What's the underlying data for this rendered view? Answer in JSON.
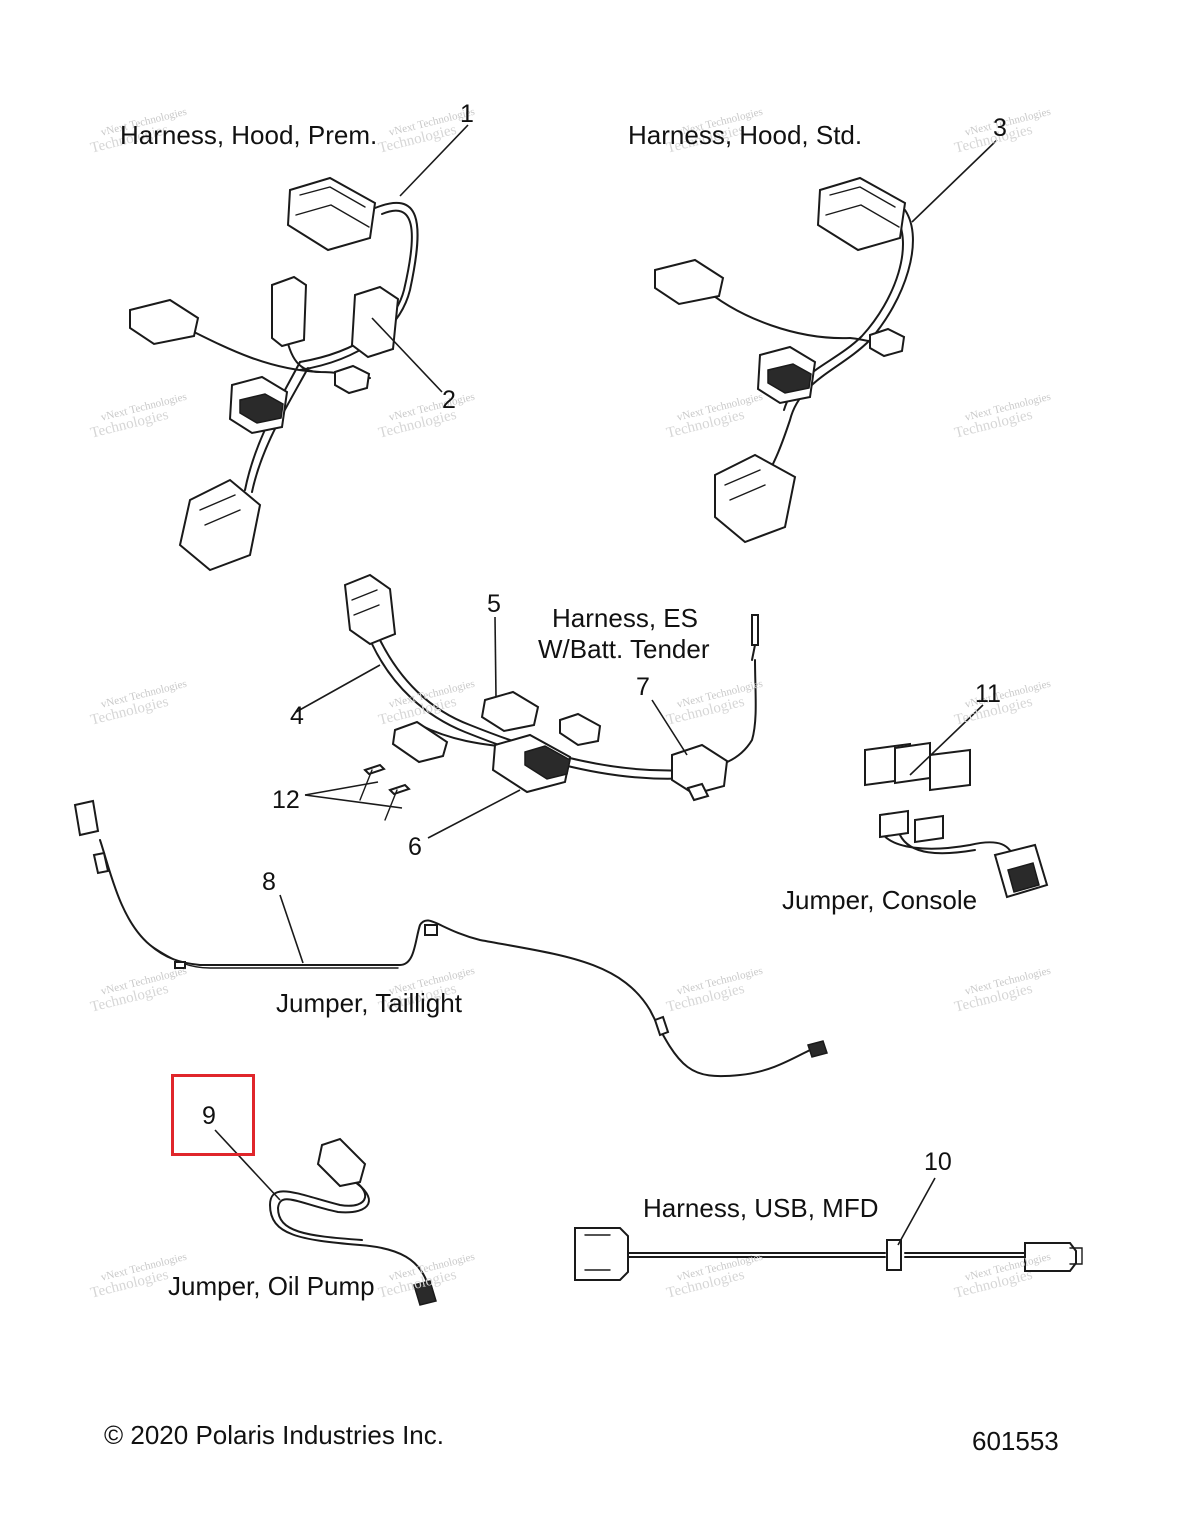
{
  "titles": {
    "hood_prem": "Harness, Hood, Prem.",
    "hood_std": "Harness, Hood, Std.",
    "es_line1": "Harness, ES",
    "es_line2": "W/Batt. Tender",
    "console": "Jumper, Console",
    "taillight": "Jumper, Taillight",
    "oil_pump": "Jumper, Oil Pump",
    "usb": "Harness, USB, MFD"
  },
  "callouts": {
    "c1": "1",
    "c2": "2",
    "c3": "3",
    "c4": "4",
    "c5": "5",
    "c6": "6",
    "c7": "7",
    "c8": "8",
    "c9": "9",
    "c10": "10",
    "c11": "11",
    "c12": "12"
  },
  "watermark": {
    "line1": "vNext Technologies",
    "line2": "Technologies"
  },
  "footer": {
    "copyright": "© 2020 Polaris Industries Inc.",
    "diagram_id": "601553"
  },
  "highlight": {
    "callout": "9",
    "color": "#e0262b"
  }
}
